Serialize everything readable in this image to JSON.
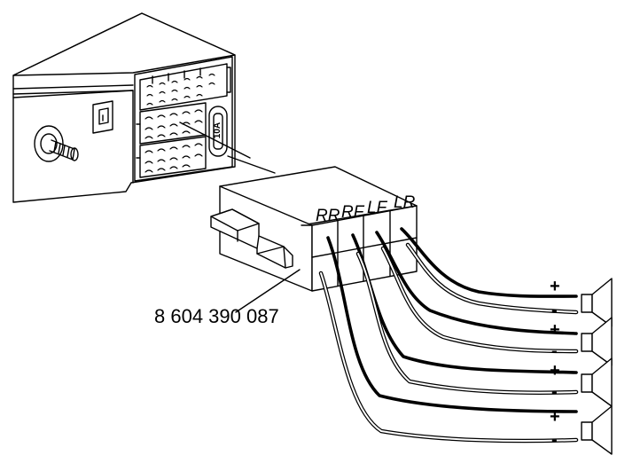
{
  "part_number": "8 604 390 087",
  "fuse_rating": "10A",
  "channels": [
    {
      "label": "RR"
    },
    {
      "label": "RF"
    },
    {
      "label": "LF"
    },
    {
      "label": "LR"
    }
  ],
  "speakers": [
    {
      "plus": "+",
      "minus": "-"
    },
    {
      "plus": "+",
      "minus": "-"
    },
    {
      "plus": "+",
      "minus": "-"
    },
    {
      "plus": "+",
      "minus": "-"
    }
  ],
  "colors": {
    "line": "#000000",
    "background": "#ffffff"
  }
}
